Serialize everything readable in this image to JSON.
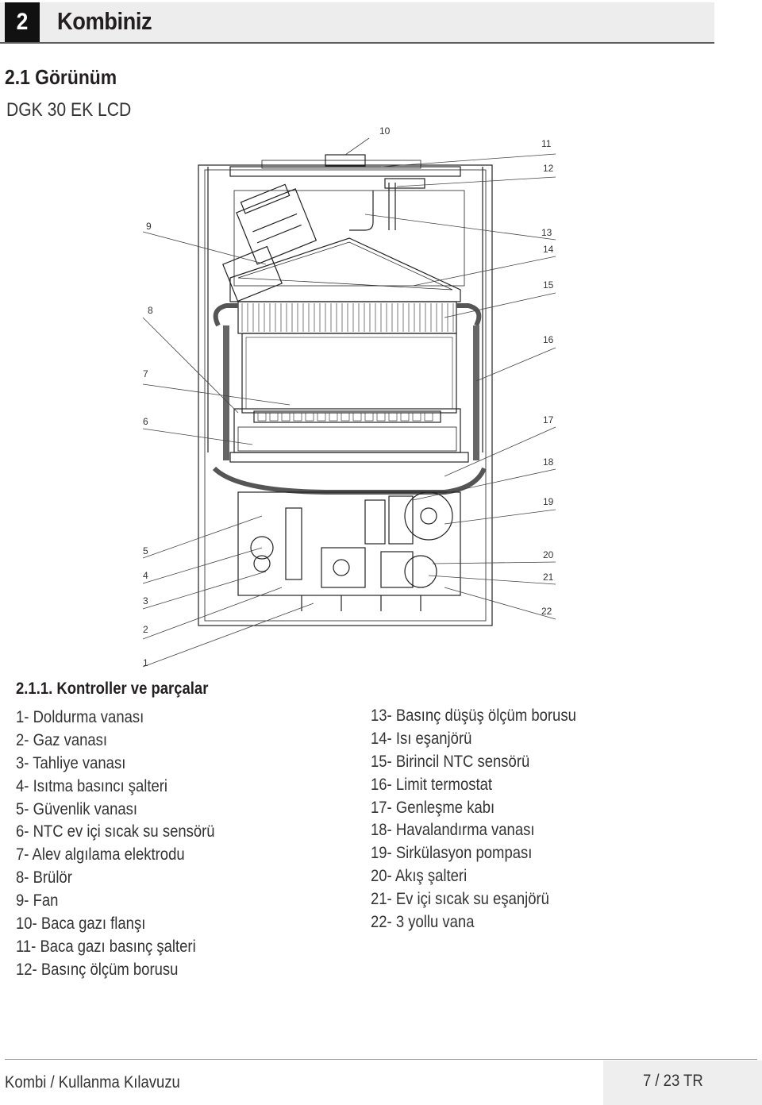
{
  "header": {
    "chapter_number": "2",
    "chapter_title": "Kombiniz"
  },
  "section": {
    "title": "2.1 Görünüm",
    "model": "DGK 30 EK LCD"
  },
  "diagram": {
    "callouts": [
      "1",
      "2",
      "3",
      "4",
      "5",
      "6",
      "7",
      "8",
      "9",
      "10",
      "11",
      "12",
      "13",
      "14",
      "15",
      "16",
      "17",
      "18",
      "19",
      "20",
      "21",
      "22"
    ]
  },
  "parts": {
    "title": "2.1.1. Kontroller ve parçalar",
    "left": [
      "1- Doldurma vanası",
      "2- Gaz vanası",
      "3- Tahliye vanası",
      "4- Isıtma basıncı şalteri",
      "5- Güvenlik vanası",
      "6- NTC ev içi sıcak su sensörü",
      "7- Alev algılama elektrodu",
      "8- Brülör",
      "9- Fan",
      "10- Baca gazı flanşı",
      "11- Baca gazı basınç şalteri",
      "12- Basınç ölçüm borusu"
    ],
    "right": [
      "13- Basınç düşüş ölçüm borusu",
      "14- Isı eşanjörü",
      "15- Birincil NTC sensörü",
      "16- Limit termostat",
      "17- Genleşme kabı",
      "18- Havalandırma vanası",
      "19- Sirkülasyon pompası",
      "20- Akış şalteri",
      "21- Ev içi sıcak su eşanjörü",
      "22- 3 yollu vana"
    ]
  },
  "footer": {
    "manual": "Kombi / Kullanma Kılavuzu",
    "page": "7 / 23  TR"
  }
}
